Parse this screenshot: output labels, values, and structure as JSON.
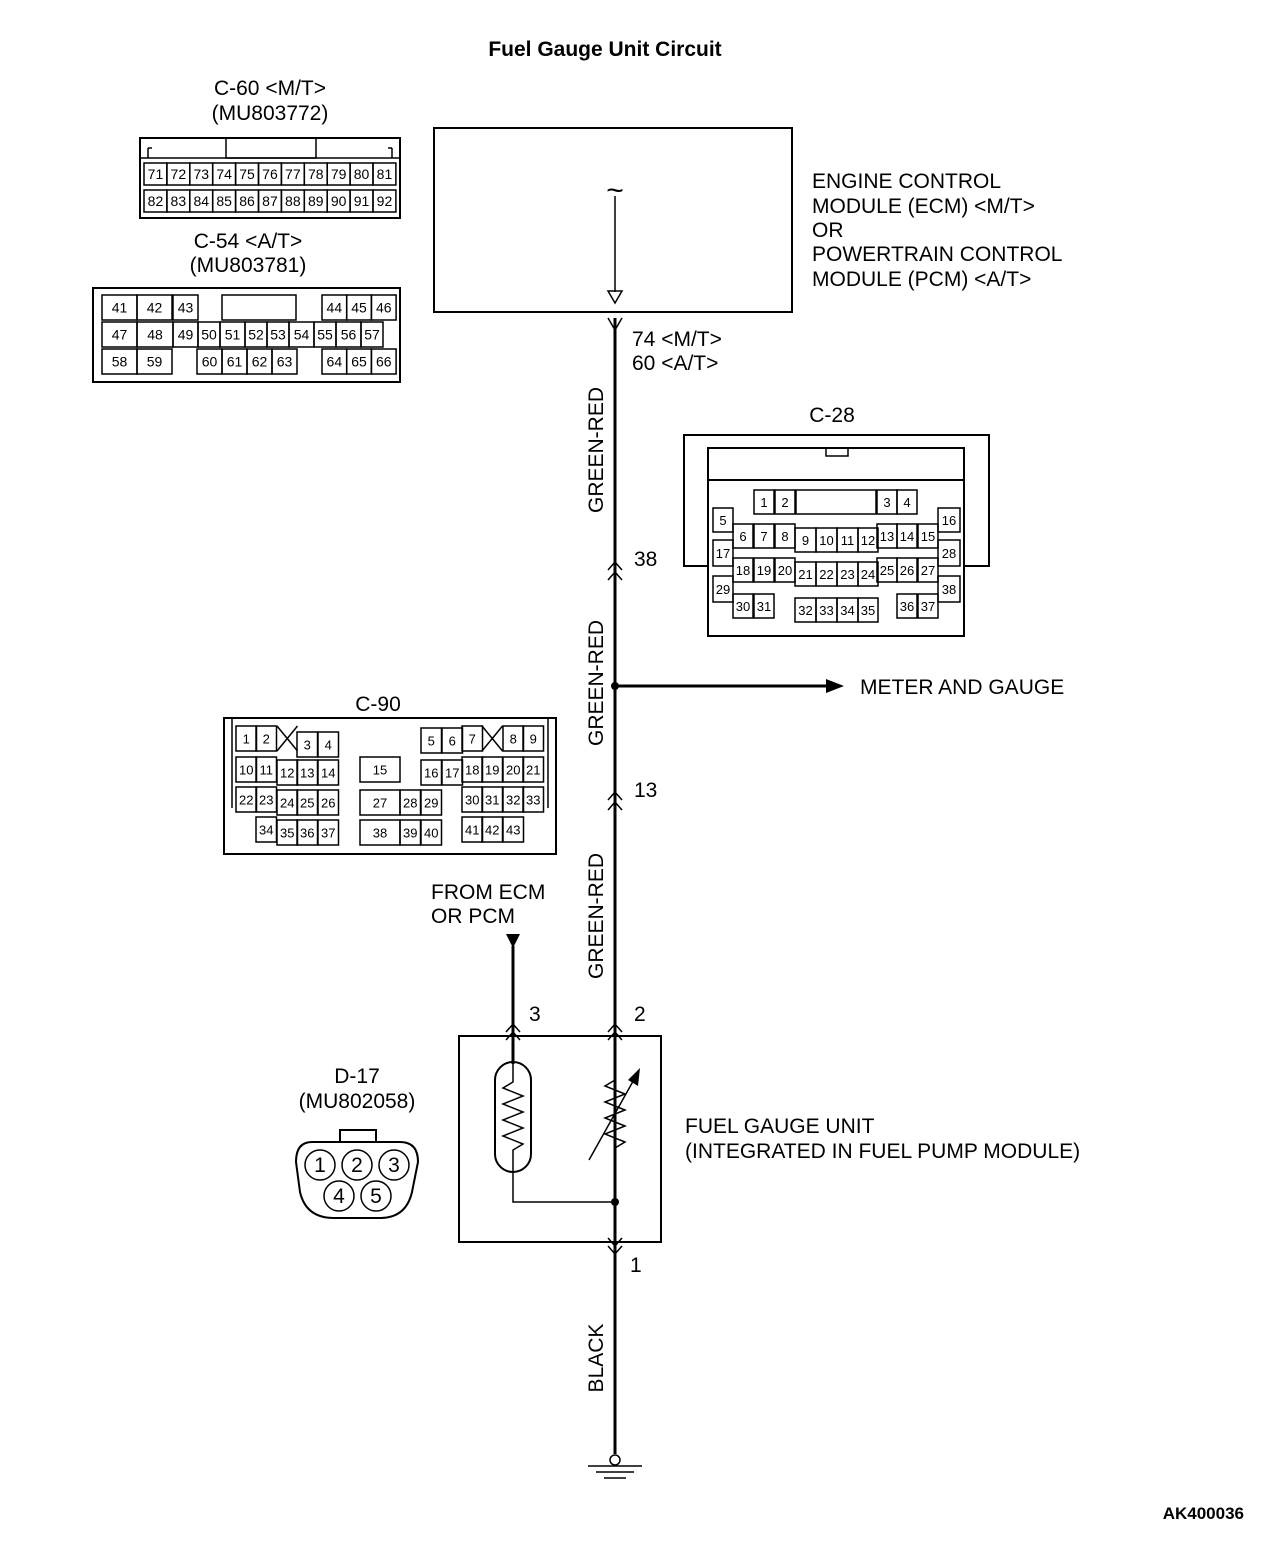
{
  "title": "Fuel Gauge Unit Circuit",
  "figure_id": "AK400036",
  "connectors": {
    "c60": {
      "name": "C-60 <M/T>",
      "part": "(MU803772)",
      "rows": [
        [
          "71",
          "72",
          "73",
          "74",
          "75",
          "76",
          "77",
          "78",
          "79",
          "80",
          "81"
        ],
        [
          "82",
          "83",
          "84",
          "85",
          "86",
          "87",
          "88",
          "89",
          "90",
          "91",
          "92"
        ]
      ]
    },
    "c54": {
      "name": "C-54 <A/T>",
      "part": "(MU803781)",
      "row1_left": [
        "41",
        "42",
        "43"
      ],
      "row1_right": [
        "44",
        "45",
        "46"
      ],
      "row2": [
        "47",
        "48",
        "49",
        "50",
        "51",
        "52",
        "53",
        "54",
        "55",
        "56",
        "57"
      ],
      "row3_left": [
        "58",
        "59"
      ],
      "row3_mid": [
        "60",
        "61",
        "62",
        "63"
      ],
      "row3_right": [
        "64",
        "65",
        "66"
      ]
    },
    "c28": {
      "name": "C-28",
      "pins": [
        "1",
        "2",
        "3",
        "4",
        "5",
        "6",
        "7",
        "8",
        "9",
        "10",
        "11",
        "12",
        "13",
        "14",
        "15",
        "16",
        "17",
        "18",
        "19",
        "20",
        "21",
        "22",
        "23",
        "24",
        "25",
        "26",
        "27",
        "28",
        "29",
        "30",
        "31",
        "32",
        "33",
        "34",
        "35",
        "36",
        "37",
        "38"
      ]
    },
    "c90": {
      "name": "C-90",
      "pins": [
        "1",
        "2",
        "3",
        "4",
        "5",
        "6",
        "7",
        "8",
        "9",
        "10",
        "11",
        "12",
        "13",
        "14",
        "15",
        "16",
        "17",
        "18",
        "19",
        "20",
        "21",
        "22",
        "23",
        "24",
        "25",
        "26",
        "27",
        "28",
        "29",
        "30",
        "31",
        "32",
        "33",
        "34",
        "35",
        "36",
        "37",
        "38",
        "39",
        "40",
        "41",
        "42",
        "43"
      ]
    },
    "d17": {
      "name": "D-17",
      "part": "(MU802058)",
      "pins": [
        "1",
        "2",
        "3",
        "4",
        "5"
      ]
    }
  },
  "ecm": {
    "lines": [
      "ENGINE CONTROL",
      "MODULE (ECM) <M/T>",
      "OR",
      "POWERTRAIN CONTROL",
      "MODULE (PCM) <A/T>"
    ],
    "pin_mt": "74 <M/T>",
    "pin_at": "60 <A/T>",
    "symbol": "~"
  },
  "wires": {
    "upper": "GREEN-RED",
    "middle": "GREEN-RED",
    "lower": "GREEN-RED",
    "ground": "BLACK"
  },
  "junctions": {
    "c28_pin": "38",
    "c90_pin": "13",
    "branch_label": "METER AND GAUGE"
  },
  "fuel_gauge": {
    "from_label_1": "FROM ECM",
    "from_label_2": "OR PCM",
    "pin_3": "3",
    "pin_2": "2",
    "pin_1": "1",
    "label_1": "FUEL GAUGE UNIT",
    "label_2": "(INTEGRATED IN FUEL PUMP MODULE)"
  }
}
